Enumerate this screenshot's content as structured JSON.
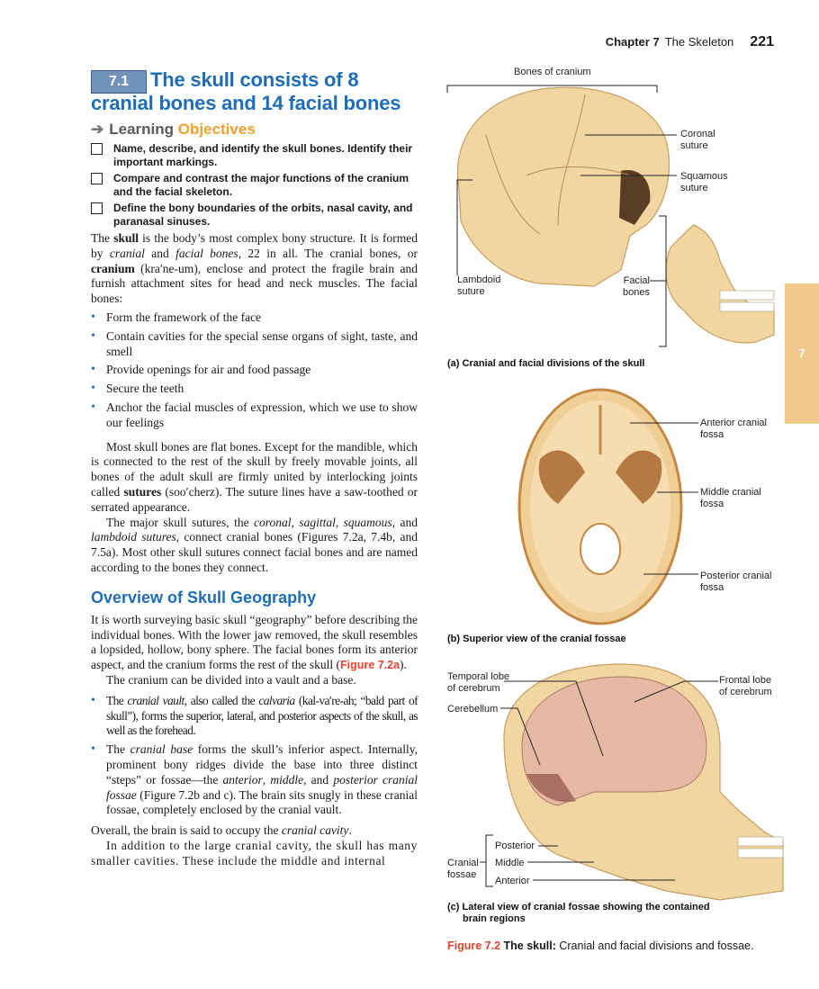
{
  "header": {
    "chapter": "Chapter 7",
    "title": "The Skeleton",
    "page": "221"
  },
  "side_tab": "7",
  "section": {
    "number": "7.1",
    "title": "The skull consists of 8 cranial bones and 14 facial bones"
  },
  "learning": {
    "word1": "Learning",
    "word2": "Objectives"
  },
  "objectives": [
    "Name, describe, and identify the skull bones. Identify their important markings.",
    "Compare and contrast the major functions of the cranium and the facial skeleton.",
    "Define the bony boundaries of the orbits, nasal cavity, and paranasal sinuses."
  ],
  "intro": {
    "t1": "The ",
    "b1": "skull",
    "t2": " is the body’s most complex bony structure. It is formed by ",
    "i1": "cranial",
    "t3": " and ",
    "i2": "facial bones",
    "t4": ", 22 in all. The cranial bones, or ",
    "b2": "cranium",
    "t5": " (kra′ne-um), enclose and protect the fragile brain and furnish attachment sites for head and neck muscles. The facial bones:"
  },
  "facial_bullets": [
    "Form the framework of the face",
    "Contain cavities for the special sense organs of sight, taste, and smell",
    "Provide openings for air and food passage",
    "Secure the teeth",
    "Anchor the facial muscles of expression, which we use to show our feelings"
  ],
  "p_flat": {
    "t1": "Most skull bones are flat bones. Except for the mandible, which is connected to the rest of the skull by freely movable joints, all bones of the adult skull are firmly united by interlocking joints called ",
    "b1": "sutures",
    "t2": " (soo′cherz). The suture lines have a saw-toothed or serrated appearance."
  },
  "p_sutures": {
    "t1": "The major skull sutures, the ",
    "i1": "coronal",
    "t2": ", ",
    "i2": "sagittal",
    "t3": ", ",
    "i3": "squamous",
    "t4": ", and ",
    "i4": "lambdoid sutures",
    "t5": ", connect cranial bones (Figures 7.2a, 7.4b, and 7.5a). Most other skull sutures connect facial bones and are named according to the bones they connect."
  },
  "overview_heading": "Overview of Skull Geography",
  "p_geo": {
    "t1": "It is worth surveying basic skull “geography” before describing the individual bones. With the lower jaw removed, the skull resembles a lopsided, hollow, bony sphere. The facial bones form its anterior aspect, and the cranium forms the rest of the skull (",
    "ref": "Figure 7.2a",
    "t2": ")."
  },
  "p_divided": "The cranium can be divided into a vault and a base.",
  "vault_bullet": {
    "t1": "The ",
    "i1": "cranial vault",
    "t2": ", also called the ",
    "i2": "calvaria",
    "t3": " (kal-va′re-ah; “bald part of skull”), forms the superior, lateral, and posterior aspects of the skull, as well as the forehead."
  },
  "base_bullet": {
    "t1": "The ",
    "i1": "cranial base",
    "t2": " forms the skull’s inferior aspect. Internally, prominent bony ridges divide the base into three distinct “steps” or fossae—the ",
    "i2": "anterior",
    "t3": ", ",
    "i3": "middle",
    "t4": ", and ",
    "i4": "posterior cranial fossae",
    "t5": " (Figure 7.2b and c). The brain sits snugly in these cranial fossae, completely enclosed by the cranial vault."
  },
  "p_overall": {
    "t1": "Overall, the brain is said to occupy the ",
    "i1": "cranial cavity",
    "t2": "."
  },
  "p_addition": "In addition to the large cranial cavity, the skull has many smaller cavities. These include the middle and internal",
  "fig_a": {
    "bones_of_cranium": "Bones of cranium",
    "coronal": [
      "Coronal",
      "suture"
    ],
    "squamous": [
      "Squamous",
      "suture"
    ],
    "lambdoid": [
      "Lambdoid",
      "suture"
    ],
    "facial": [
      "Facial",
      "bones"
    ],
    "caption": "(a) Cranial and facial divisions of the skull"
  },
  "fig_b": {
    "anterior": [
      "Anterior cranial",
      "fossa"
    ],
    "middle": [
      "Middle cranial",
      "fossa"
    ],
    "posterior": [
      "Posterior cranial",
      "fossa"
    ],
    "caption": "(b) Superior view of the cranial fossae"
  },
  "fig_c": {
    "temporal": [
      "Temporal lobe",
      "of cerebrum"
    ],
    "frontal": [
      "Frontal lobe",
      "of cerebrum"
    ],
    "cerebellum": "Cerebellum",
    "posterior": "Posterior",
    "middle": "Middle",
    "anterior": "Anterior",
    "cranial_fossae": [
      "Cranial",
      "fossae"
    ],
    "caption": [
      "(c) Lateral view of cranial fossae showing the contained",
      "brain regions"
    ]
  },
  "figure_caption": {
    "ref": "Figure 7.2",
    "bold": "The skull:",
    "text": "Cranial and facial divisions and fossae."
  },
  "colors": {
    "accent_blue": "#1f6db5",
    "ref_red": "#e8402a",
    "objectives_orange": "#f0a030",
    "bone": "#f2d6a2",
    "tab": "#f1c98a"
  }
}
